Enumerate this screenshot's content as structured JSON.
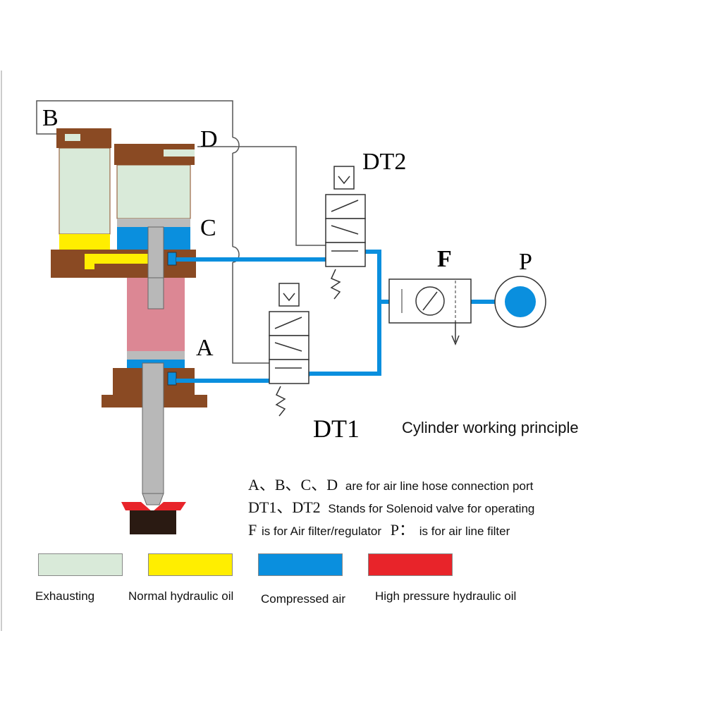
{
  "ports": {
    "a": "A",
    "b": "B",
    "c": "C",
    "d": "D"
  },
  "valves": {
    "dt1": "DT1",
    "dt2": "DT2"
  },
  "filter_label": "F",
  "source_label": "P",
  "caption": "Cylinder working principle",
  "notes": [
    {
      "prefix": "A、B、C、D",
      "text": "are  for air line hose connection port"
    },
    {
      "prefix": "DT1、DT2",
      "text": "Stands for  Solenoid valve for  operating"
    },
    {
      "prefix": "F",
      "text": "is for Air filter/regulator"
    },
    {
      "prefix": "P：",
      "text": "is for  air line filter"
    }
  ],
  "legend": [
    {
      "label": "Exhausting",
      "color": "#d9ead9"
    },
    {
      "label": "Normal hydraulic oil",
      "color": "#ffee00"
    },
    {
      "label": "Compressed air",
      "color": "#0a8fde"
    },
    {
      "label": "High pressure hydraulic oil",
      "color": "#e8242a"
    }
  ],
  "colors": {
    "body_brown": "#8a4a23",
    "rod_gray": "#b8b8b8",
    "chamber_pink": "#dc8794",
    "air_blue": "#0a8fde",
    "exhaust_green": "#d9ead9",
    "oil_yellow": "#ffee00",
    "hp_red": "#e8242a",
    "line_gray": "#555555"
  }
}
